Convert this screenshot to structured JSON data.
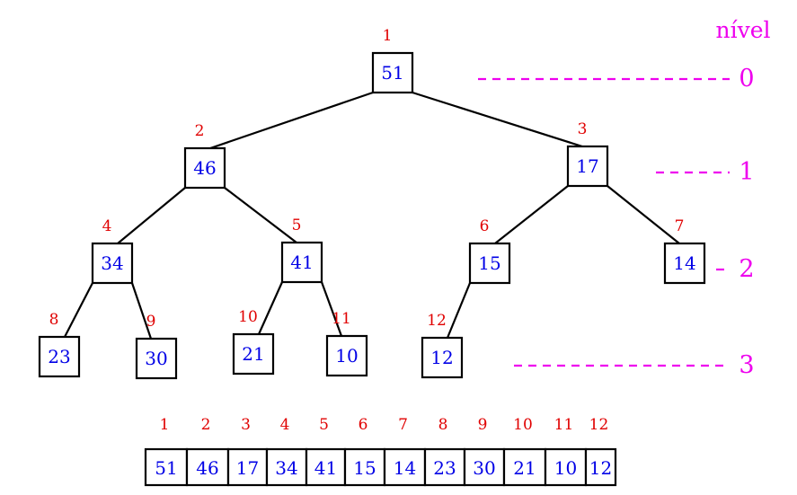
{
  "colors": {
    "value": "#0000e6",
    "index": "#e00000",
    "level": "#ee00ee",
    "stroke": "#000000"
  },
  "level_title": "nível",
  "levels": [
    "0",
    "1",
    "2",
    "3"
  ],
  "tree": {
    "nodes": [
      {
        "index": "1",
        "value": "51",
        "level": 0
      },
      {
        "index": "2",
        "value": "46",
        "level": 1
      },
      {
        "index": "3",
        "value": "17",
        "level": 1
      },
      {
        "index": "4",
        "value": "34",
        "level": 2
      },
      {
        "index": "5",
        "value": "41",
        "level": 2
      },
      {
        "index": "6",
        "value": "15",
        "level": 2
      },
      {
        "index": "7",
        "value": "14",
        "level": 2
      },
      {
        "index": "8",
        "value": "23",
        "level": 3
      },
      {
        "index": "9",
        "value": "30",
        "level": 3
      },
      {
        "index": "10",
        "value": "21",
        "level": 3
      },
      {
        "index": "11",
        "value": "10",
        "level": 3
      },
      {
        "index": "12",
        "value": "12",
        "level": 3
      }
    ],
    "edges": [
      [
        1,
        2
      ],
      [
        1,
        3
      ],
      [
        2,
        4
      ],
      [
        2,
        5
      ],
      [
        3,
        6
      ],
      [
        3,
        7
      ],
      [
        4,
        8
      ],
      [
        4,
        9
      ],
      [
        5,
        10
      ],
      [
        5,
        11
      ],
      [
        6,
        12
      ]
    ]
  },
  "array": {
    "indices": [
      "1",
      "2",
      "3",
      "4",
      "5",
      "6",
      "7",
      "8",
      "9",
      "10",
      "11",
      "12"
    ],
    "values": [
      "51",
      "46",
      "17",
      "34",
      "41",
      "15",
      "14",
      "23",
      "30",
      "21",
      "10",
      "12"
    ]
  }
}
